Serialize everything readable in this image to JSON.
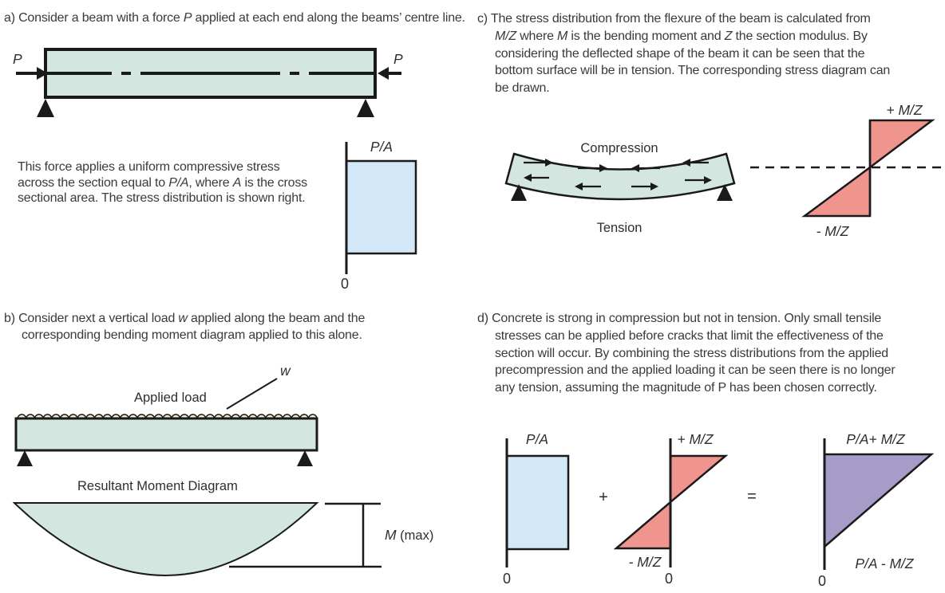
{
  "colors": {
    "beam_fill": "#d3e6e0",
    "stress_blue": "#d3e8f6",
    "stress_red": "#f0948e",
    "stress_purple": "#a79cc8",
    "load_cream": "#f2eecf",
    "ink": "#1a1a1a",
    "text": "#3a3a3a"
  },
  "panel_a": {
    "title_parts": [
      "a) Consider a beam with a force ",
      "P",
      " applied at each end along the beams’ centre line."
    ],
    "body": {
      "l1": "This force applies a uniform compressive stress",
      "l2_parts": [
        "across the section equal to ",
        "P/A",
        ", where ",
        "A",
        " is the cross"
      ],
      "l3": "sectional area. The stress distribution is shown right."
    },
    "beam": {
      "p_left": "P",
      "p_right": "P"
    },
    "stress": {
      "pa": "P/A",
      "zero": "0"
    }
  },
  "panel_b": {
    "title": {
      "l1_parts": [
        "b) Consider next a vertical load ",
        "w",
        " applied along the beam and the"
      ],
      "l2": "corresponding bending moment diagram applied to this alone."
    },
    "load": {
      "applied_load": "Applied load",
      "w": "w"
    },
    "moment": {
      "title": "Resultant Moment Diagram",
      "m_var": "M",
      "m_rest": " (max)"
    }
  },
  "panel_c": {
    "body": {
      "l1": "c) The stress distribution from the flexure of the beam is calculated from",
      "l2_parts": [
        "M/Z",
        " where ",
        "M",
        " is the bending moment and ",
        "Z",
        " the section modulus. By"
      ],
      "l3": "considering the deflected shape of the beam it can be seen that the",
      "l4": "bottom surface will be in tension. The corresponding stress diagram can",
      "l5": "be drawn."
    },
    "beam": {
      "compression": "Compression",
      "tension": "Tension"
    },
    "stress": {
      "plus_mz": "+ M/Z",
      "minus_mz": "- M/Z"
    }
  },
  "panel_d": {
    "body": {
      "l1": "d) Concrete is strong in compression but not in tension. Only small tensile",
      "l2": "stresses can be applied before cracks that limit the effectiveness of the",
      "l3": "section will occur. By combining the stress distributions from the applied",
      "l4": "precompression and the applied loading it can be seen there is no longer",
      "l5": "any tension, assuming the magnitude of P has been chosen correctly."
    },
    "sum": {
      "pa": "P/A",
      "zero1": "0",
      "plus": "+",
      "plus_mz": "+ M/Z",
      "minus_mz": "- M/Z",
      "zero2": "0",
      "equals": "=",
      "pa_plus_mz": "P/A+ M/Z",
      "pa_minus_mz": "P/A - M/Z",
      "zero3": "0"
    }
  }
}
